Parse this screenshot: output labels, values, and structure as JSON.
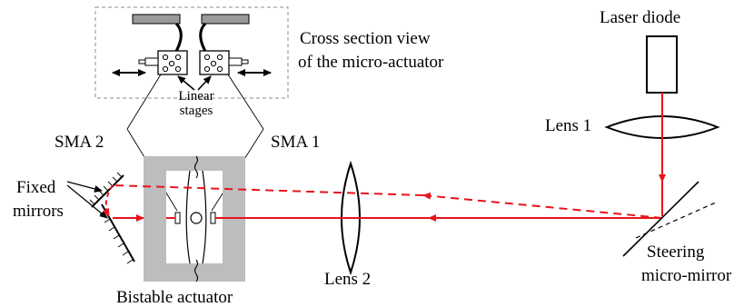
{
  "labels": {
    "laser_diode": "Laser diode",
    "lens1": "Lens 1",
    "lens2": "Lens 2",
    "cross_section_line1": "Cross section view",
    "cross_section_line2": "of the micro-actuator",
    "linear_stages_line1": "Linear",
    "linear_stages_line2": "stages",
    "sma2": "SMA 2",
    "sma1": "SMA 1",
    "fixed_mirrors_line1": "Fixed",
    "fixed_mirrors_line2": "mirrors",
    "bistable_actuator": "Bistable actuator",
    "steering_line1": "Steering",
    "steering_line2": "micro-mirror"
  },
  "colors": {
    "beam": "#e8141c",
    "actuator_frame": "#bdbdbd",
    "stage_plate": "#9a9a9a",
    "dashed_box": "#8c8c8c",
    "ink": "#000000"
  }
}
